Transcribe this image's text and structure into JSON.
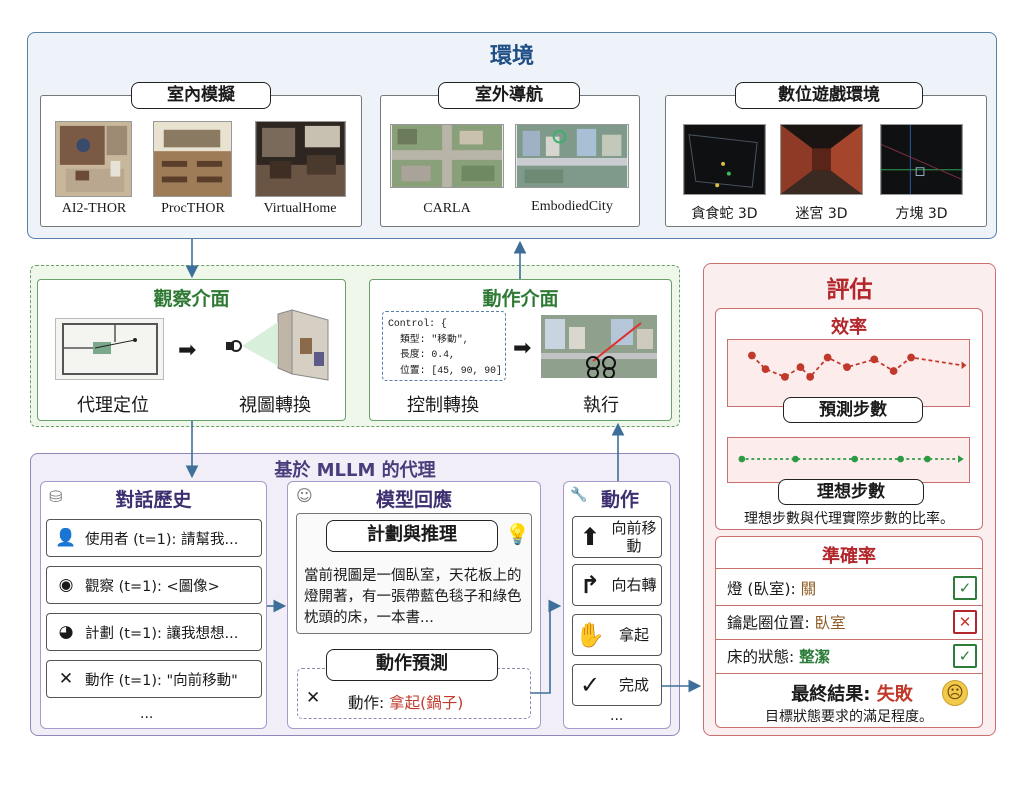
{
  "environment": {
    "title": "環境",
    "groups": [
      {
        "label": "室內模擬",
        "items": [
          "AI2-THOR",
          "ProcTHOR",
          "VirtualHome"
        ]
      },
      {
        "label": "室外導航",
        "items": [
          "CARLA",
          "EmbodiedCity"
        ]
      },
      {
        "label": "數位遊戲環境",
        "items": [
          "貪食蛇 3D",
          "迷宮 3D",
          "方塊 3D"
        ]
      }
    ]
  },
  "observation": {
    "title": "觀察介面",
    "left_caption": "代理定位",
    "right_caption": "視圖轉換"
  },
  "action_interface": {
    "title": "動作介面",
    "code": [
      "Control: {",
      "類型: \"移動\",",
      "長度: 0.4,",
      "位置: [45, 90, 90] }"
    ],
    "left_caption": "控制轉換",
    "right_caption": "執行"
  },
  "agent": {
    "title": "基於 MLLM 的代理",
    "history": {
      "title": "對話歷史",
      "items": [
        {
          "icon": "user-icon",
          "text": "使用者 (t=1): 請幫我..."
        },
        {
          "icon": "eye-icon",
          "text": "觀察 (t=1): <圖像>"
        },
        {
          "icon": "brain-icon",
          "text": "計劃 (t=1): 讓我想想..."
        },
        {
          "icon": "x-icon",
          "text": "動作 (t=1): \"向前移動\""
        }
      ],
      "more": "..."
    },
    "response": {
      "title": "模型回應",
      "plan_label": "計劃與推理",
      "plan_text": "當前視圖是一個臥室，天花板上的燈開著，有一張帶藍色毯子和綠色枕頭的床，一本書...",
      "predict_label": "動作預測",
      "predict_prefix": "動作: ",
      "predict_value": "拿起(鍋子)"
    },
    "actions": {
      "title": "動作",
      "items": [
        {
          "icon": "arrow-up-icon",
          "label": "向前移動"
        },
        {
          "icon": "turn-right-icon",
          "label": "向右轉"
        },
        {
          "icon": "hand-icon",
          "label": "拿起"
        },
        {
          "icon": "check-icon",
          "label": "完成"
        }
      ],
      "more": "..."
    }
  },
  "evaluation": {
    "title": "評估",
    "efficiency": {
      "title": "效率",
      "predicted_label": "預測步數",
      "ideal_label": "理想步數",
      "note": "理想步數與代理實際步數的比率。"
    },
    "accuracy": {
      "title": "準確率",
      "rows": [
        {
          "key": "燈 (臥室): ",
          "value": "關",
          "result": "pass"
        },
        {
          "key": "鑰匙圈位置: ",
          "value": "臥室",
          "result": "fail"
        },
        {
          "key": "床的狀態: ",
          "value": "整潔",
          "result": "pass"
        }
      ],
      "final_label": "最終結果: ",
      "final_value": "失敗",
      "note": "目標狀態要求的滿足程度。"
    },
    "colors": {
      "accent": "#b3262b",
      "pass": "#2c7d3a",
      "fail": "#b3262b"
    }
  }
}
